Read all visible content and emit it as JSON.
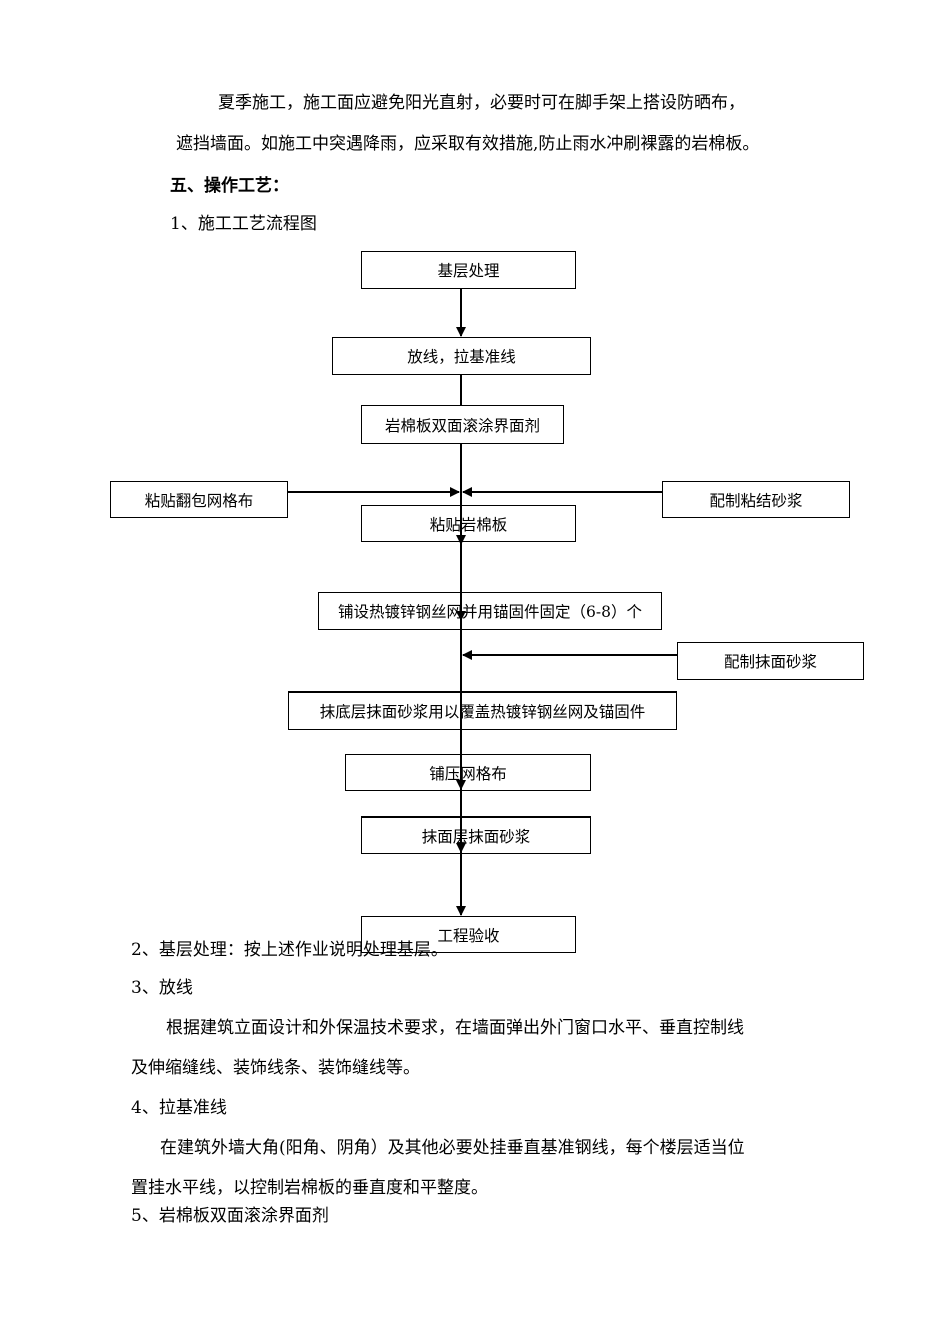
{
  "paragraphs": {
    "p1_line1": "夏季施工，施工面应避免阳光直射，必要时可在脚手架上搭设防晒布，",
    "p1_line2": "遮挡墙面。如施工中突遇降雨，应采取有效措施,防止雨水冲刷裸露的岩棉板。",
    "section5_heading": "五、操作工艺：",
    "item1_heading": "1、施工工艺流程图",
    "item2": "2、基层处理：按上述作业说明处理基层。",
    "item3_heading": "3、放线",
    "item3_line1": "根据建筑立面设计和外保温技术要求，在墙面弹出外门窗口水平、垂直控制线",
    "item3_line2": "及伸缩缝线、装饰线条、装饰缝线等。",
    "item4_heading": "4、拉基准线",
    "item4_line1": "在建筑外墙大角(阳角、阴角）及其他必要处挂垂直基准钢线，每个楼层适当位",
    "item4_line2": "置挂水平线，以控制岩棉板的垂直度和平整度。",
    "item5_heading": "5、岩棉板双面滚涂界面剂"
  },
  "flowchart": {
    "steps": {
      "base_treatment": "基层处理",
      "layout_lines": "放线，拉基准线",
      "interface_agent": "岩棉板双面滚涂界面剂",
      "mesh_wrap": "粘贴翻包网格布",
      "bonding_mortar": "配制粘结砂浆",
      "paste_board": "粘贴岩棉板",
      "steel_mesh": "铺设热镀锌钢丝网并用锚固件固定（6-8）个",
      "plaster_mortar": "配制抹面砂浆",
      "base_plaster": "抹底层抹面砂浆用以覆盖热镀锌钢丝网及锚固件",
      "press_mesh": "铺压网格布",
      "top_plaster": "抹面层抹面砂浆",
      "acceptance": "工程验收"
    }
  }
}
